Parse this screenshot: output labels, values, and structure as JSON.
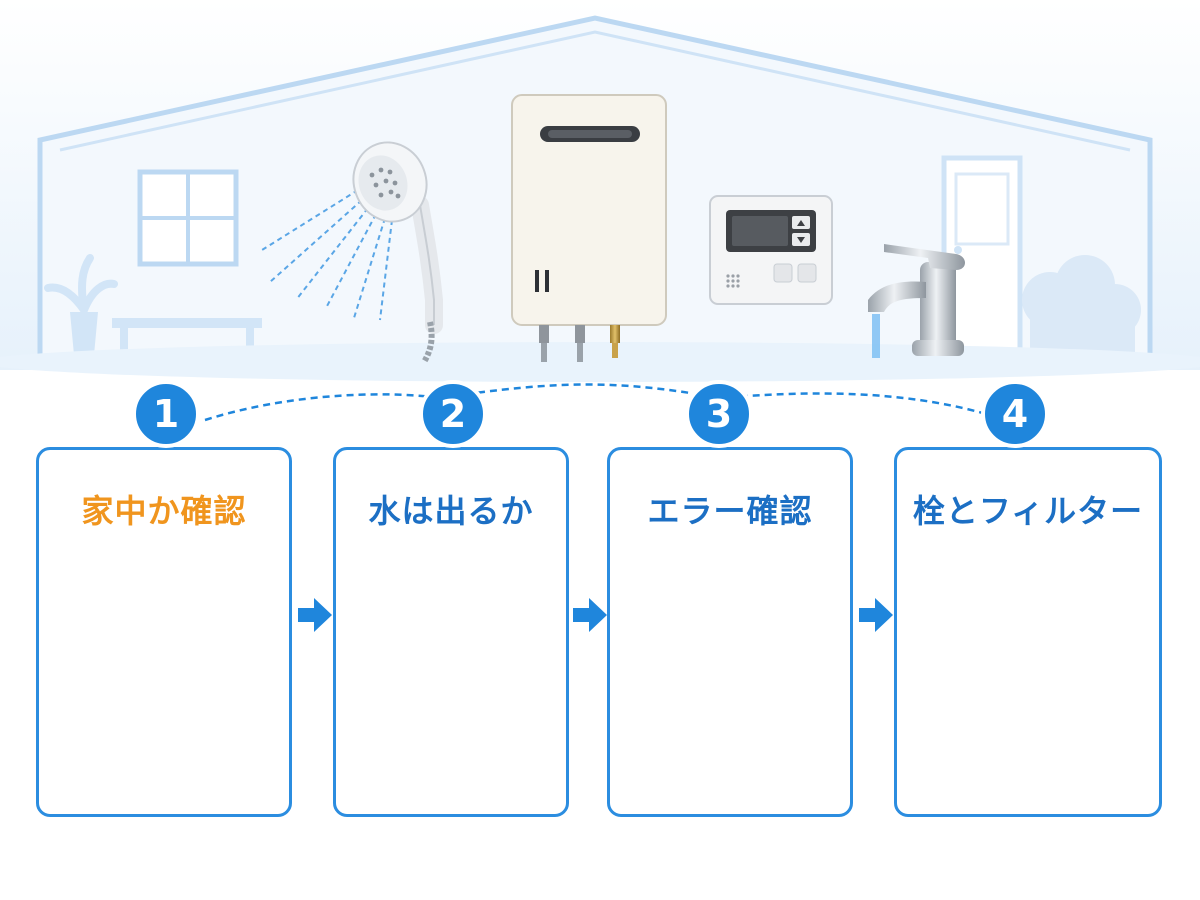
{
  "steps": [
    {
      "number": "1",
      "title": "家中か確認"
    },
    {
      "number": "2",
      "title": "水は出るか"
    },
    {
      "number": "3",
      "title": "エラー確認"
    },
    {
      "number": "4",
      "title": "栓とフィルター"
    }
  ],
  "remote_display": {
    "text": "− −"
  },
  "colors": {
    "accent_blue": "#1f86dc",
    "title_blue": "#1c6fc4",
    "title_orange": "#f0951e",
    "house_outline": "#b8d6f2"
  },
  "icons": {
    "scene": [
      "house-outline-icon",
      "shower-head-icon",
      "water-heater-icon",
      "remote-controller-icon",
      "faucet-icon"
    ],
    "step1": [
      "house-rooms-icon",
      "shower-icon",
      "tap-icon",
      "sink-icon"
    ],
    "step2": "faucet-running-icon",
    "step3": "remote-controller-icon",
    "step4": [
      "valve-icon",
      "filter-icon"
    ]
  }
}
